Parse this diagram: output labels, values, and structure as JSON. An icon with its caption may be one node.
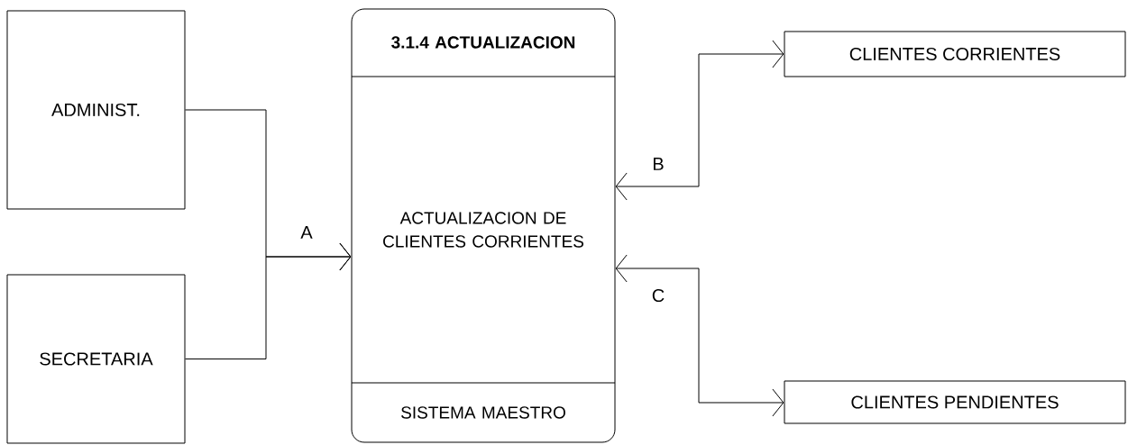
{
  "diagram": {
    "nodes": [
      {
        "text": [
          "ADMINIST."
        ]
      },
      {
        "text": [
          "SECRETARIA"
        ]
      },
      {
        "text": [
          "3.1.4 ACTUALIZACION",
          "ACTUALIZACION DE CLIENTES CORRIENTES",
          "SISTEMA MAESTRO"
        ]
      },
      {
        "text": [
          "CLIENTES CORRIENTES"
        ]
      },
      {
        "text": [
          "CLIENTES PENDIENTES"
        ]
      }
    ],
    "edges": [
      {
        "from": 0,
        "to": 2,
        "arrow": "to",
        "label": "A"
      },
      {
        "from": 1,
        "to": 2,
        "arrow": "to"
      },
      {
        "from": 2,
        "to": 3,
        "arrow": "both",
        "label": "B"
      },
      {
        "from": 2,
        "to": 4,
        "arrow": "both",
        "label": "C"
      }
    ]
  }
}
